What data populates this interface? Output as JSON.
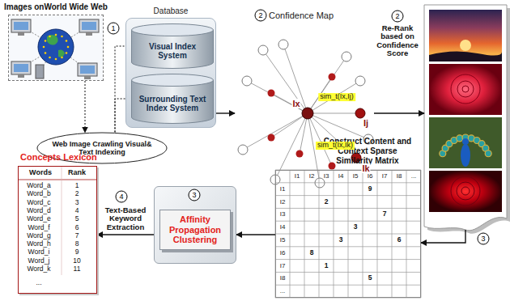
{
  "diagram": {
    "nodes": [
      {
        "text": [
          "Images onWorld Wide Web"
        ]
      },
      {
        "text": [
          "Database"
        ]
      },
      {
        "text": [
          "Visual Index System"
        ],
        "in": 1
      },
      {
        "text": [
          "Surrounding Text Index System"
        ],
        "in": 1
      },
      {
        "text": [
          "Web Image Crawling Visual& Text Indexing"
        ]
      },
      {
        "text": [
          "Confidence Map"
        ]
      },
      {
        "text": [
          "Re-Rank based on Confidence Score"
        ]
      },
      {
        "text": [
          "Construct Content and Context Sparse Similarity Matrix"
        ]
      },
      {
        "text": [
          "Affinity Propagation Clustering"
        ]
      },
      {
        "text": [
          "Concepts Lexicon"
        ]
      }
    ],
    "edges": [
      {
        "from": 0,
        "to": 4,
        "arrow": "to"
      },
      {
        "from": 4,
        "to": 2,
        "arrow": "to"
      },
      {
        "from": 4,
        "to": 3,
        "arrow": "to"
      },
      {
        "from": 1,
        "to": 5,
        "arrow": "to"
      },
      {
        "from": 5,
        "to": 6,
        "arrow": "to"
      },
      {
        "from": 6,
        "to": 7,
        "arrow": "to"
      },
      {
        "from": 7,
        "to": 8,
        "arrow": "to"
      },
      {
        "from": 8,
        "to": 9,
        "label": "Text-Based Keyword Extraction",
        "arrow": "to"
      }
    ],
    "labels": [
      "1",
      "2",
      "2",
      "Ix",
      "Ij",
      "Ik",
      "sim_t(Ix,Ij)",
      "sim_t(Ix,Ik)",
      "3",
      "3",
      "4",
      "I1",
      "I2",
      "I3",
      "I4",
      "I5",
      "I6",
      "I7",
      "I8",
      "...",
      "I1",
      "I2",
      "I3",
      "I4",
      "I5",
      "I6",
      "I7",
      "I8",
      "...",
      "9",
      "2",
      "7",
      "3",
      "3",
      "6",
      "8",
      "1",
      "5",
      "Words",
      "Rank",
      "Word_a",
      "1",
      "Word_b",
      "2",
      "Word_c",
      "3",
      "Word_d",
      "4",
      "Word_e",
      "5",
      "Word_f",
      "6",
      "Word_g",
      "7",
      "Word_h",
      "8",
      "Word_i",
      "9",
      "Word_j",
      "10",
      "Word_k",
      "11",
      "..."
    ]
  }
}
